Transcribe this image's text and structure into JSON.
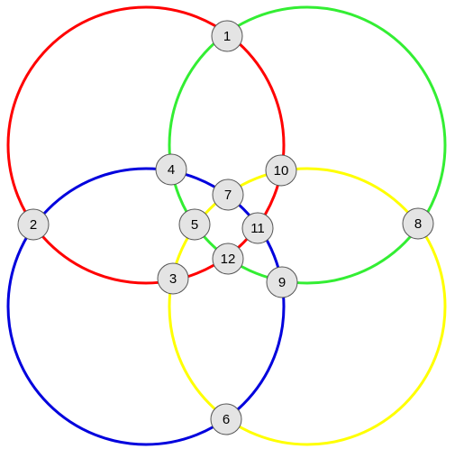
{
  "diagram": {
    "circles": [
      {
        "name": "red",
        "color": "#ff0000"
      },
      {
        "name": "green",
        "color": "#33ee33"
      },
      {
        "name": "blue",
        "color": "#0000dd"
      },
      {
        "name": "yellow",
        "color": "#ffff00"
      }
    ],
    "node_style": {
      "fill": "#e4e4e4",
      "stroke": "#555555",
      "label_color": "#000000"
    },
    "nodes": [
      {
        "label": "1"
      },
      {
        "label": "2"
      },
      {
        "label": "3"
      },
      {
        "label": "4"
      },
      {
        "label": "5"
      },
      {
        "label": "6"
      },
      {
        "label": "7"
      },
      {
        "label": "8"
      },
      {
        "label": "9"
      },
      {
        "label": "10"
      },
      {
        "label": "11"
      },
      {
        "label": "12"
      }
    ]
  }
}
